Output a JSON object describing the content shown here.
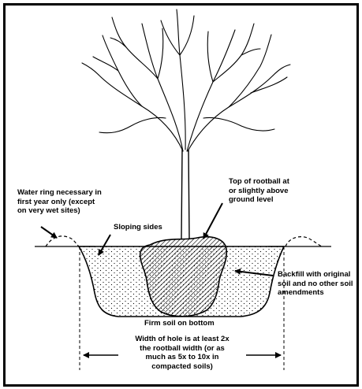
{
  "labels": {
    "water_ring": "Water ring necessary in\nfirst year only (except\non very wet sites)",
    "sloping_sides": "Sloping sides",
    "top_rootball": "Top of rootball at\nor slightly above\nground level",
    "backfill": "Backfill with original\nsoil and no other soil\namendments",
    "firm_soil": "Firm soil on bottom",
    "hole_width": "Width of hole is at least 2x\nthe rootball width (or as\nmuch as 5x to 10x in\ncompacted soils)"
  },
  "colors": {
    "ink": "#000000",
    "background": "#ffffff"
  }
}
